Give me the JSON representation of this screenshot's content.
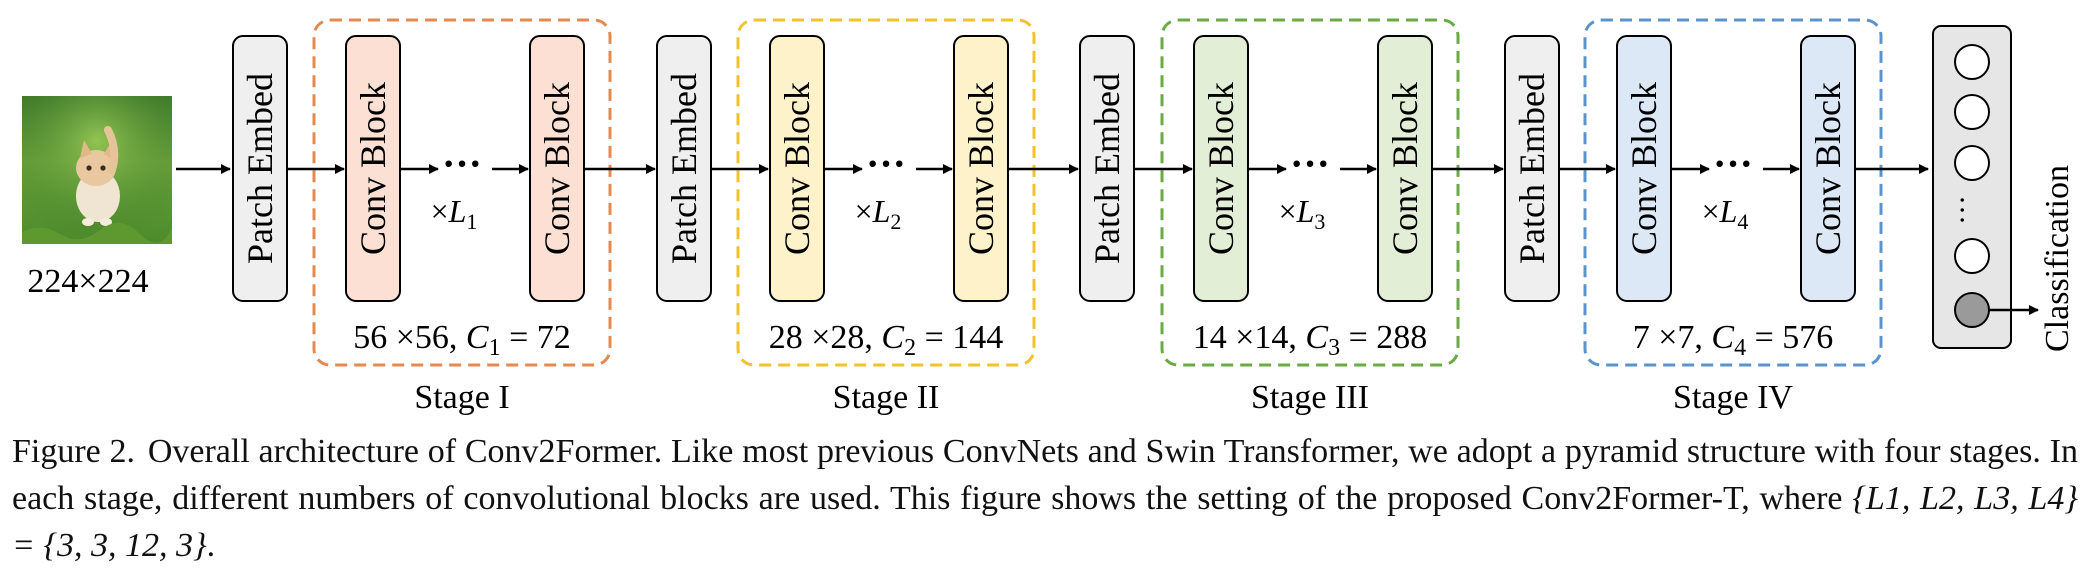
{
  "input": {
    "resolution": "224×224"
  },
  "blocks": {
    "patch_embed": "Patch Embed",
    "conv_block": "Conv Block",
    "dots": "···"
  },
  "stages": [
    {
      "name": "Stage I",
      "repeat_label": "×L",
      "repeat_sub": "1",
      "res": "56 ×56,",
      "chan_sym": "C",
      "chan_sub": "1",
      "chan_val": "= 72",
      "color": "#e5894f",
      "fill": "#fbe0d3"
    },
    {
      "name": "Stage II",
      "repeat_label": "×L",
      "repeat_sub": "2",
      "res": "28 ×28,",
      "chan_sym": "C",
      "chan_sub": "2",
      "chan_val": "= 144",
      "color": "#f2c12e",
      "fill": "#fdf2c9"
    },
    {
      "name": "Stage III",
      "repeat_label": "×L",
      "repeat_sub": "3",
      "res": "14 ×14,",
      "chan_sym": "C",
      "chan_sub": "3",
      "chan_val": "= 288",
      "color": "#6aab43",
      "fill": "#e2efd6"
    },
    {
      "name": "Stage IV",
      "repeat_label": "×L",
      "repeat_sub": "4",
      "res": "7 ×7,",
      "chan_sym": "C",
      "chan_sub": "4",
      "chan_val": "= 576",
      "color": "#5b93cc",
      "fill": "#dce8f5"
    }
  ],
  "head": {
    "label": "Classification",
    "dots": "···"
  },
  "caption": {
    "figure_label": "Figure 2.",
    "text_a": "Overall architecture of Conv2Former. Like most previous ConvNets and Swin Transformer, we adopt a pyramid structure with four stages. In each stage, different numbers of convolutional blocks are used. This figure shows the setting of the proposed Conv2Former-T, where ",
    "math": "{L1, L2, L3, L4} = {3, 3, 12, 3}",
    "text_b": "."
  },
  "colors": {
    "patch_fill": "#efefef",
    "head_fill": "#e6e6e6",
    "filled_node": "#9a9a9a"
  }
}
